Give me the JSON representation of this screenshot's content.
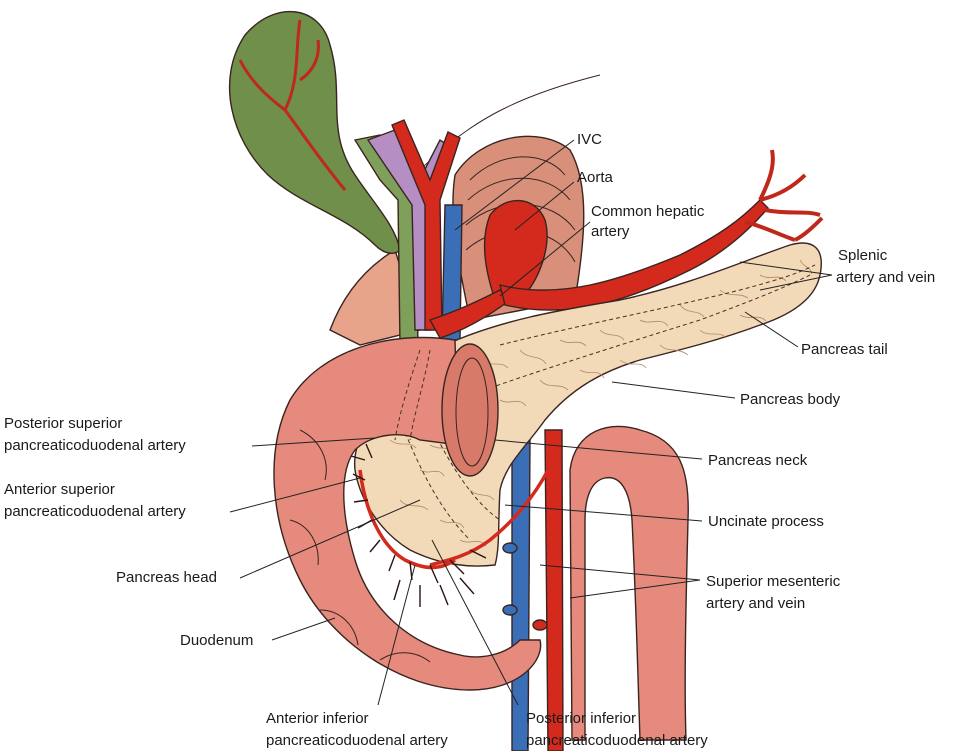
{
  "labels": {
    "ivc": "IVC",
    "aorta": "Aorta",
    "common_hepatic_1": "Common hepatic",
    "common_hepatic_2": "artery",
    "splenic_1": "Splenic",
    "splenic_2": "artery and vein",
    "pancreas_tail": "Pancreas tail",
    "pancreas_body": "Pancreas body",
    "pancreas_neck": "Pancreas neck",
    "uncinate": "Uncinate process",
    "sma_1": "Superior mesenteric",
    "sma_2": "artery and vein",
    "post_sup_1": "Posterior superior",
    "post_sup_2": "pancreaticoduodenal artery",
    "ant_sup_1": "Anterior superior",
    "ant_sup_2": "pancreaticoduodenal artery",
    "pancreas_head": "Pancreas head",
    "duodenum": "Duodenum",
    "ant_inf_1": "Anterior inferior",
    "ant_inf_2": "pancreaticoduodenal artery",
    "post_inf_1": "Posterior inferior",
    "post_inf_2": "pancreaticoduodenal artery"
  },
  "colors": {
    "pancreas": "#f2d9b8",
    "duodenum": "#e58a7c",
    "artery": "#d42a1e",
    "vein": "#3a6fb8",
    "bile_duct": "#7fa05a",
    "gallbladder": "#6f8f4a",
    "portal": "#b58fc4",
    "aorta_shadow": "#c97a62"
  }
}
